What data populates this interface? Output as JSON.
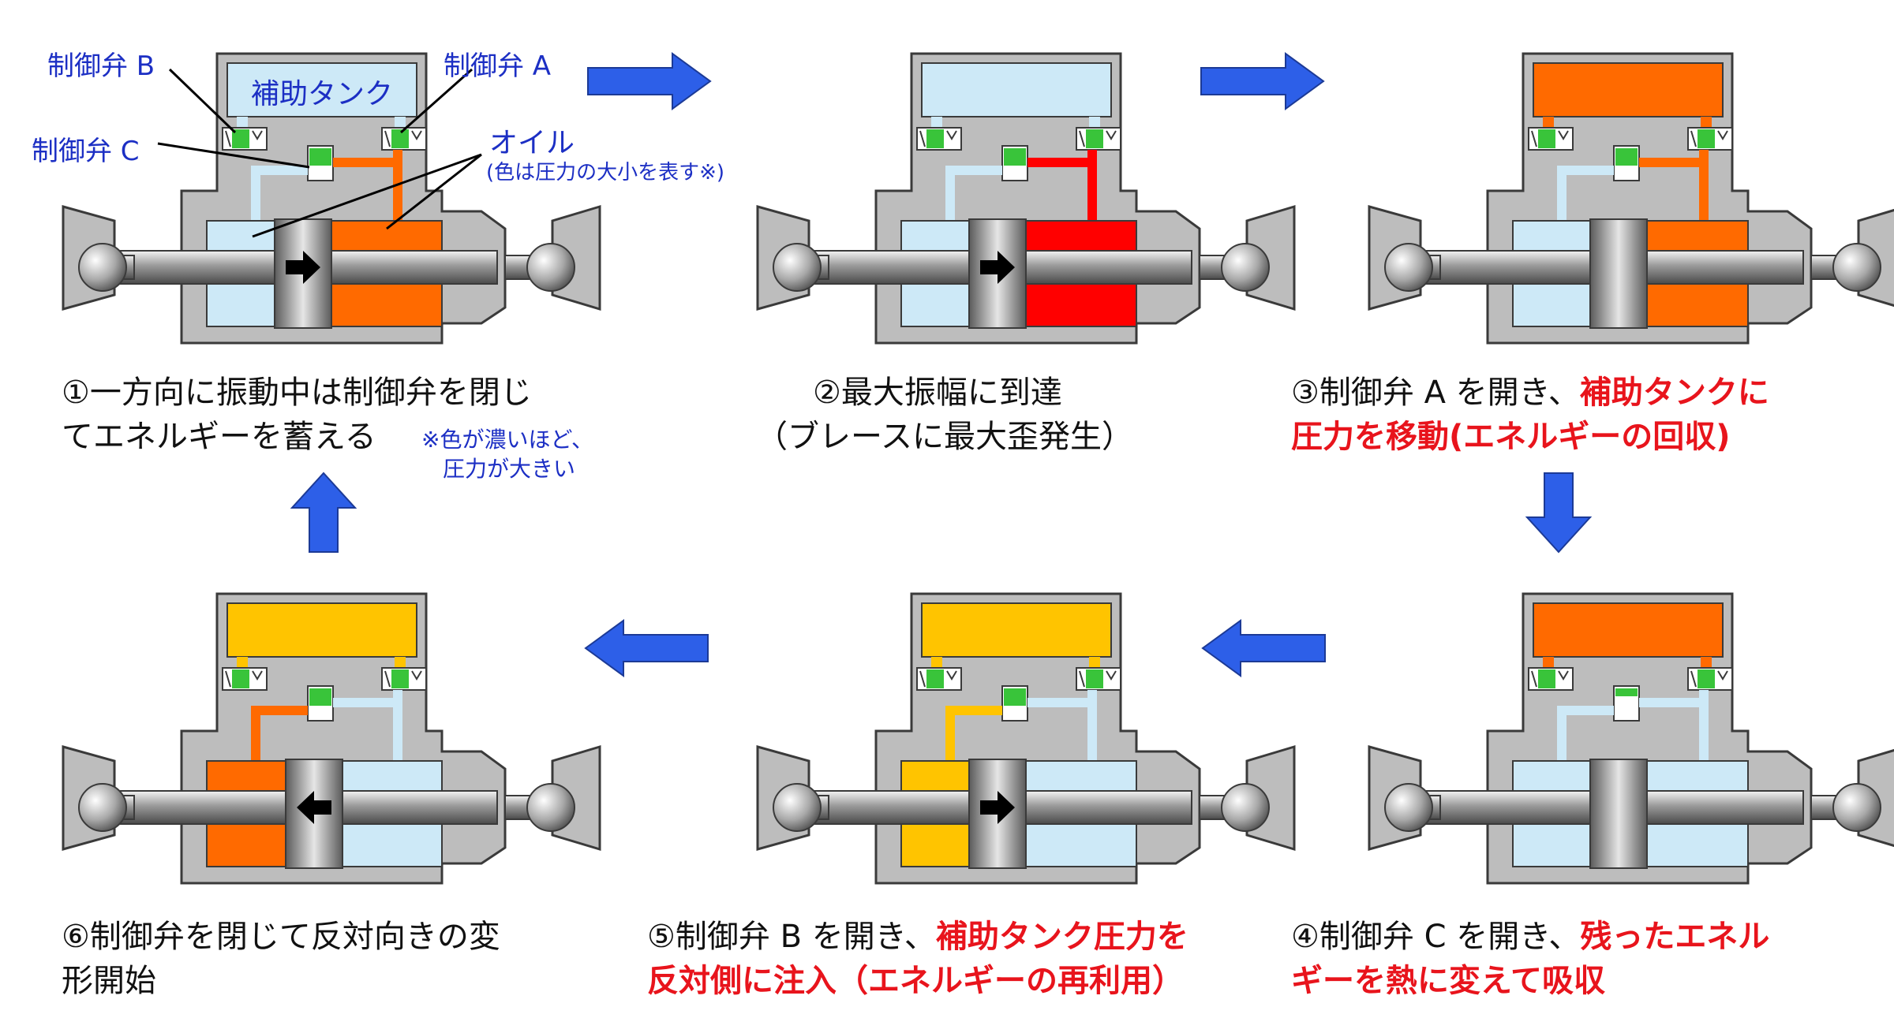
{
  "labels": {
    "valve_b": "制御弁 B",
    "valve_a": "制御弁 A",
    "valve_c": "制御弁 C",
    "tank": "補助タンク",
    "oil": "オイル",
    "oil_note": "(色は圧力の大小を表す※)",
    "color_note_1": "※色が濃いほど、",
    "color_note_2": "圧力が大きい"
  },
  "steps": [
    {
      "num": "1",
      "line1": "①一方向に振動中は制御弁を閉じ",
      "line2": "てエネルギーを蓄える"
    },
    {
      "num": "2",
      "line1": "②最大振幅に到達",
      "line2": "（ブレースに最大歪発生）"
    },
    {
      "num": "3",
      "line1_plain": "③制御弁 A を開き、",
      "line1_red": "補助タンクに",
      "line2_red": "圧力を移動(エネルギーの回収)"
    },
    {
      "num": "4",
      "line1_plain": "④制御弁 C を開き、",
      "line1_red": "残ったエネル",
      "line2_red": "ギーを熱に変えて吸収"
    },
    {
      "num": "5",
      "line1_plain": "⑤制御弁 B を開き、",
      "line1_red": "補助タンク圧力を",
      "line2_red": "反対側に注入（エネルギーの再利用）"
    },
    {
      "num": "6",
      "line1": "⑥制御弁を閉じて反対向きの変",
      "line2": "形開始"
    }
  ],
  "colors": {
    "text": "#111111",
    "highlight_red": "#e8141c",
    "label_blue": "#1c2fc4",
    "arrow_blue": "#2d5fe8",
    "body_gray": "#bdbdbd",
    "oil_low": "#cde9f7",
    "oil_high_orange": "#ff6a00",
    "oil_max_red": "#ff0000",
    "oil_mid_yellow": "#ffc400",
    "valve_green": "#39c43a"
  }
}
